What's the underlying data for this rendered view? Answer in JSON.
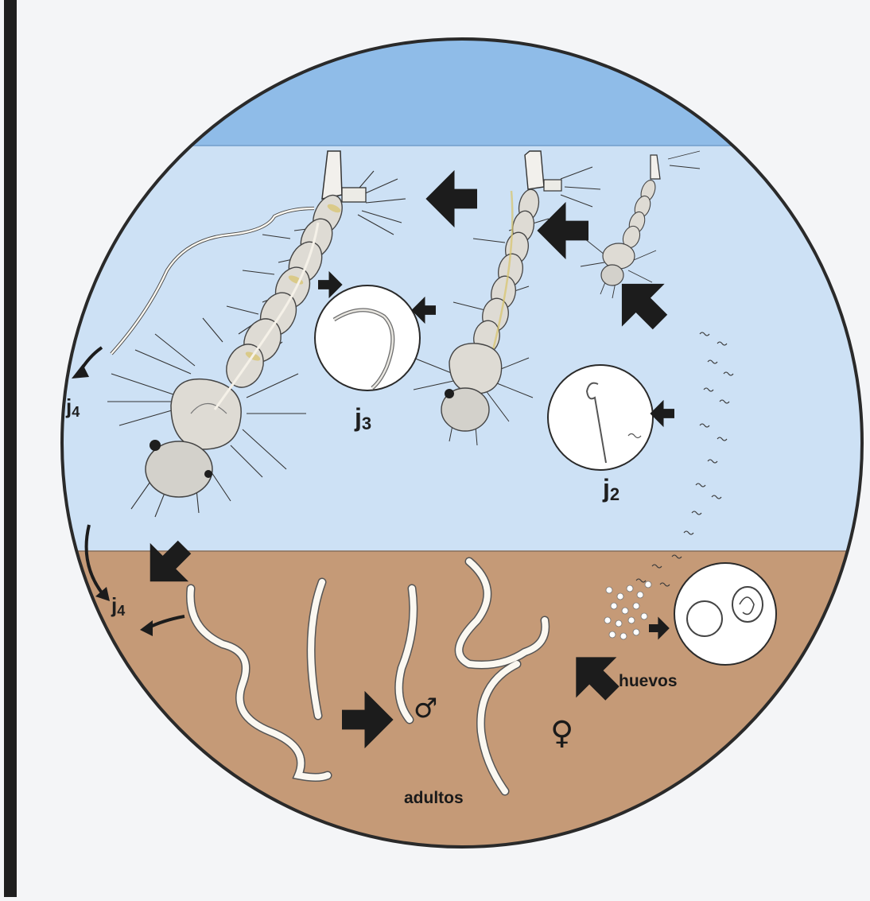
{
  "labels": {
    "j4_water": {
      "main": "j",
      "sub": "4"
    },
    "j3": {
      "main": "j",
      "sub": "3"
    },
    "j2": {
      "main": "j",
      "sub": "2"
    },
    "j4_soil": {
      "main": "j",
      "sub": "4"
    },
    "adults": "adultos",
    "eggs": "huevos",
    "male_symbol": "♂",
    "female_symbol": "♀"
  },
  "colors": {
    "sky": "#8fbce8",
    "water": "#cde1f5",
    "soil": "#c59a77",
    "outline": "#2a2a2a",
    "arrow": "#1c1c1c",
    "worm": "#fbf8f1",
    "larva": "#dedbd4",
    "larva_accent": "#d9c46a"
  },
  "elements": {
    "larvae_count": 3,
    "magnified_insets": [
      "j3 juvenile",
      "j2 juvenile",
      "eggs"
    ]
  }
}
